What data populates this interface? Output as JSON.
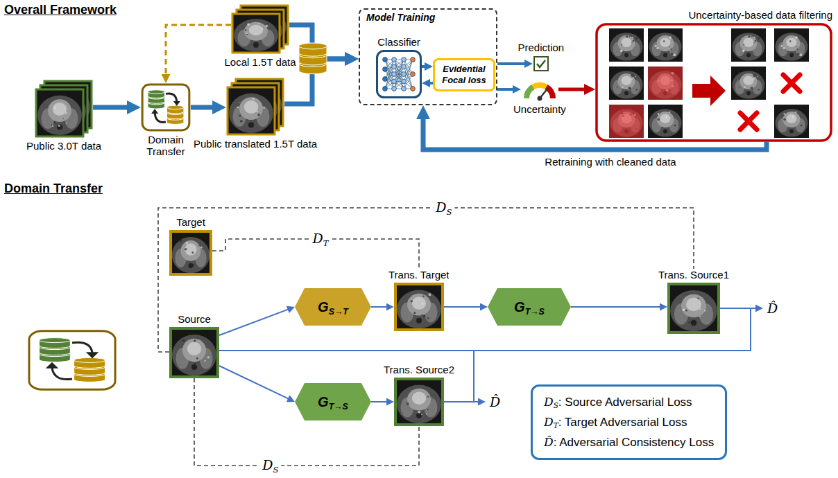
{
  "diagram": {
    "title": "Overall Framework",
    "nodes": [
      {
        "text": [
          "Public 3.0T data"
        ]
      },
      {
        "text": [
          "Domain Transfer"
        ]
      },
      {
        "text": [
          "Local 1.5T data"
        ]
      },
      {
        "text": [
          "Public translated 1.5T data"
        ]
      },
      {
        "text": [
          "Model Training"
        ]
      },
      {
        "text": [
          "Classifier"
        ],
        "in": 4
      },
      {
        "text": [
          "Evidential Focal loss"
        ],
        "in": 4
      },
      {
        "text": [
          "Prediction"
        ]
      },
      {
        "text": [
          "Uncertainty"
        ]
      },
      {
        "text": [
          "Uncertainty-based data filtering"
        ]
      },
      {
        "text": [
          "Target"
        ]
      },
      {
        "text": [
          "Source"
        ]
      },
      {
        "text": [
          "GS→T"
        ]
      },
      {
        "text": [
          "Trans. Target"
        ]
      },
      {
        "text": [
          "GT→S"
        ]
      },
      {
        "text": [
          "Trans. Source1"
        ]
      },
      {
        "text": [
          "GT→S"
        ]
      },
      {
        "text": [
          "Trans. Source2"
        ]
      }
    ],
    "edges": [
      {
        "from": 0,
        "to": 1,
        "arrow": "to"
      },
      {
        "from": 2,
        "to": 1,
        "arrow": "to"
      },
      {
        "from": 1,
        "to": 3,
        "arrow": "to"
      },
      {
        "from": 2,
        "to": 4,
        "arrow": "to"
      },
      {
        "from": 3,
        "to": 4,
        "arrow": "to"
      },
      {
        "from": 5,
        "to": 6,
        "arrow": "to"
      },
      {
        "from": 6,
        "to": 5,
        "arrow": "to"
      },
      {
        "from": 4,
        "to": 7,
        "arrow": "to"
      },
      {
        "from": 4,
        "to": 8,
        "arrow": "to"
      },
      {
        "from": 8,
        "to": 9,
        "arrow": "to"
      },
      {
        "from": 9,
        "to": 4,
        "arrow": "to",
        "label": "Retraining with cleaned data"
      },
      {
        "from": 11,
        "to": 12,
        "arrow": "to"
      },
      {
        "from": 12,
        "to": 13,
        "arrow": "to"
      },
      {
        "from": 13,
        "to": 14,
        "arrow": "to"
      },
      {
        "from": 14,
        "to": 15,
        "arrow": "to"
      },
      {
        "from": 11,
        "to": 16,
        "arrow": "to"
      },
      {
        "from": 16,
        "to": 17,
        "arrow": "to"
      },
      {
        "from": 10,
        "to": 13,
        "arrow": "none",
        "label": "DT"
      },
      {
        "from": 11,
        "to": 15,
        "arrow": "none",
        "label": "DS"
      },
      {
        "from": 11,
        "to": 17,
        "arrow": "none",
        "label": "DS"
      }
    ],
    "labels": [
      "Domain Transfer",
      "D̂",
      "D̂"
    ],
    "legend": [
      {
        "text": "DS: Source Adversarial Loss"
      },
      {
        "text": "DT: Target Adversarial Loss"
      },
      {
        "text": "D̂: Adversarial Consistency Loss"
      }
    ]
  }
}
